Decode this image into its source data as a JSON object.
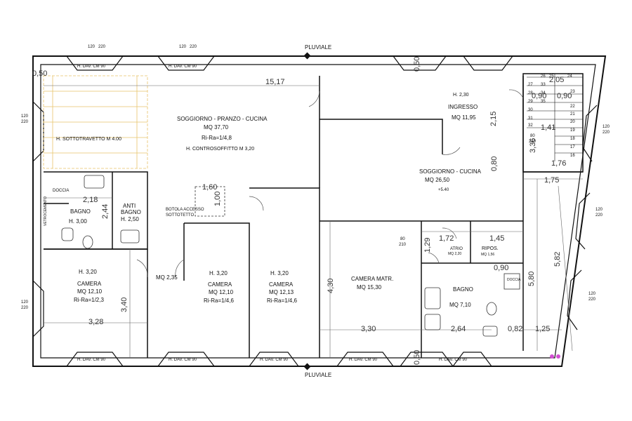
{
  "markers": {
    "pluviale_top": "PLUVIALE",
    "pluviale_bottom": "PLUVIALE"
  },
  "window_label": "H. DAV. CM 90",
  "window_dims": {
    "w": "120",
    "h": "220"
  },
  "vertical_labels": {
    "vetrocemento": "VETROCEMENTO"
  },
  "rooms": {
    "soggiorno_main": {
      "title": "SOGGIORNO - PRANZO - CUCINA",
      "area": "MQ 37,70",
      "ratio": "Ri-Ra=1/4,8",
      "note": "H. CONTROSOFFITTO M 3,20"
    },
    "sottotravetto": "H. SOTTOTRAVETTO M 4.00",
    "botola": {
      "line1": "BOTOLA ACCESSO",
      "line2": "SOTTOTETTO"
    },
    "ingresso": {
      "height": "H. 2,30",
      "title": "INGRESSO",
      "area": "MQ 11,95"
    },
    "soggiorno_cucina": {
      "title": "SOGGIORNO - CUCINA",
      "area": "MQ 26,50",
      "level": "+5.40"
    },
    "doccia_left": "DOCCIA",
    "bagno_left": {
      "title": "BAGNO",
      "height": "H. 3,00"
    },
    "anti_bagno": {
      "line1": "ANTI",
      "line2": "BAGNO",
      "height": "H. 2,50"
    },
    "mq_235": "MQ 2,35",
    "camera_1": {
      "height": "H. 3,20",
      "title": "CAMERA",
      "area": "MQ 12,10",
      "ratio": "Ri-Ra=1/2,3"
    },
    "camera_2": {
      "height": "H. 3,20",
      "title": "CAMERA",
      "area": "MQ 12,10",
      "ratio": "Ri-Ra=1/4,6"
    },
    "camera_3": {
      "height": "H. 3,20",
      "title": "CAMERA",
      "area": "MQ 12,13",
      "ratio": "Ri-Ra=1/4,6"
    },
    "camera_matr": {
      "title": "CAMERA MATR.",
      "area": "MQ 15,30"
    },
    "atrio": {
      "title": "ATRIO",
      "area": "MQ 2,20"
    },
    "ripos": {
      "title": "RIPOS.",
      "area": "MQ 1,56"
    },
    "doccia_right": "DOCCIA",
    "bagno_right": {
      "title": "BAGNO",
      "area": "MQ 7,10"
    }
  },
  "dimensions": {
    "top_150": "0,50",
    "top_left_050": "0,50",
    "d_1517": "15,17",
    "d_215": "2,15",
    "d_205": "2,05",
    "d_090a": "0,90",
    "d_090b": "0,90",
    "d_141": "1,41",
    "d_336": "3,36",
    "d_176": "1,76",
    "d_080": "0,80",
    "d_175": "1,75",
    "d_218": "2,18",
    "d_244": "2,44",
    "d_160": "1,60",
    "d_100": "1,00",
    "d_340": "3,40",
    "d_328": "3,28",
    "d_430": "4,30",
    "d_330": "3,30",
    "d_172": "1,72",
    "d_145": "1,45",
    "d_129": "1,29",
    "d_090c": "0,90",
    "d_580": "5,80",
    "d_582": "5,82",
    "d_264": "2,64",
    "d_082": "0,82",
    "d_125": "1,25",
    "d_050b": "0,50",
    "door_80": "80",
    "door_210": "210"
  },
  "stairs": [
    "25",
    "24",
    "23",
    "22",
    "21",
    "20",
    "19",
    "18",
    "17",
    "16",
    "26",
    "27",
    "28",
    "29",
    "30",
    "31",
    "32",
    "33",
    "34",
    "35"
  ]
}
